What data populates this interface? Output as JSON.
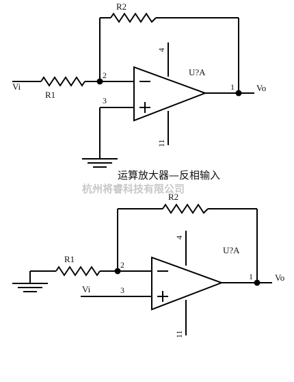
{
  "caption": "运算放大器—反相输入",
  "watermark": "杭州将睿科技有限公司",
  "circuit_inverting": {
    "labels": {
      "feedback_resistor": "R2",
      "input_resistor": "R1",
      "input": "Vi",
      "output": "Vo",
      "opamp": "U?A"
    },
    "pins": {
      "inverting": "2",
      "noninverting": "3",
      "output": "1",
      "supply_pos": "4",
      "supply_neg": "11"
    }
  },
  "circuit_noninverting": {
    "labels": {
      "feedback_resistor": "R2",
      "input_resistor": "R1",
      "input": "Vi",
      "output": "Vo",
      "opamp": "U?A"
    },
    "pins": {
      "inverting": "2",
      "noninverting": "3",
      "output": "1",
      "supply_pos": "4",
      "supply_neg": "11"
    }
  }
}
